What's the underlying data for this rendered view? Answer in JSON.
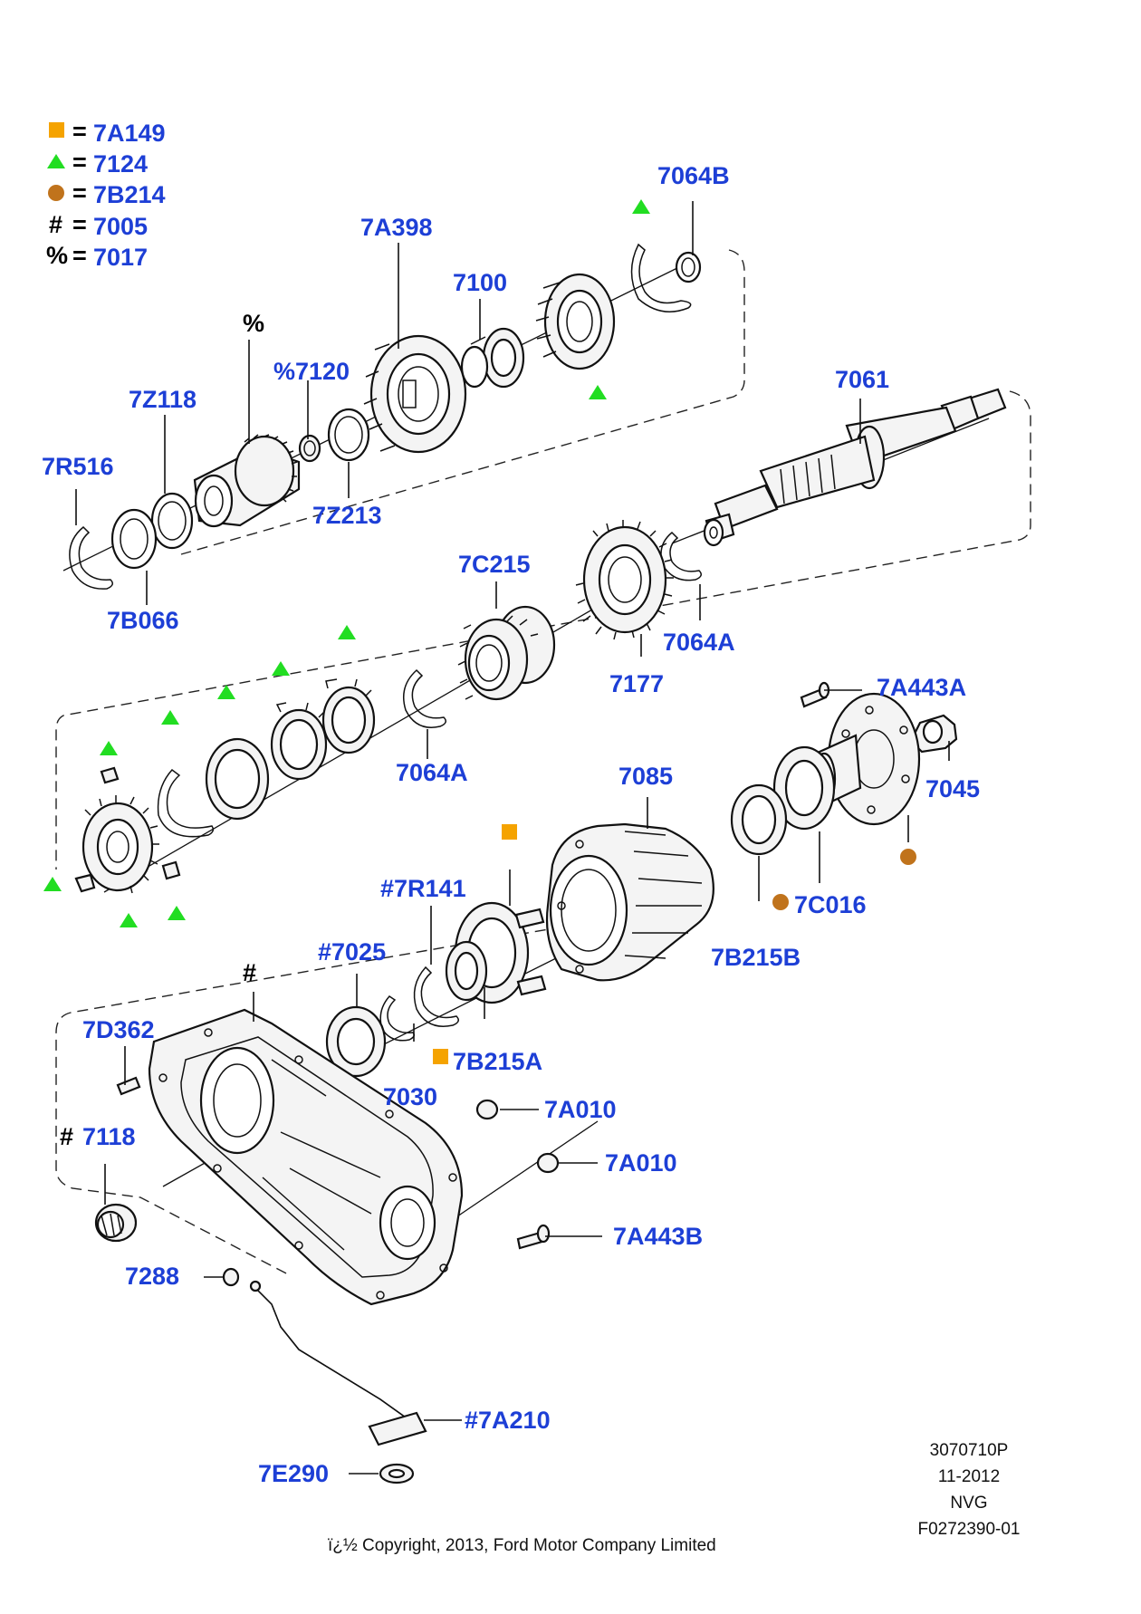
{
  "colors": {
    "label": "#1d3fd6",
    "square": "#f5a300",
    "triangle": "#22dd22",
    "circle": "#c0731c"
  },
  "legend": [
    {
      "icon": "square-icon",
      "symbol": "",
      "eq": "=",
      "code": "7A149"
    },
    {
      "icon": "triangle-icon",
      "symbol": "",
      "eq": "=",
      "code": "7124"
    },
    {
      "icon": "circle-icon",
      "symbol": "",
      "eq": "=",
      "code": "7B214"
    },
    {
      "icon": "hash-symbol",
      "symbol": "#",
      "eq": "=",
      "code": "7005"
    },
    {
      "icon": "percent-symbol",
      "symbol": "%",
      "eq": "=",
      "code": "7017"
    }
  ],
  "symbols": {
    "hash": "#",
    "percent": "%"
  },
  "parts": {
    "p7064B": "7064B",
    "p7A398": "7A398",
    "p7100": "7100",
    "p7120": "%7120",
    "p7Z118": "7Z118",
    "p7Z213": "7Z213",
    "p7R516": "7R516",
    "p7B066": "7B066",
    "p7061": "7061",
    "p7C215": "7C215",
    "p7064A_top": "7064A",
    "p7177": "7177",
    "p7064A_mid": "7064A",
    "p7A443A": "7A443A",
    "p7045": "7045",
    "p7085": "7085",
    "p7C016": "7C016",
    "p7B215B": "7B215B",
    "p7R141": "#7R141",
    "p7025": "#7025",
    "p7D362": "7D362",
    "p7B215A": "7B215A",
    "p7030": "7030",
    "p7A010_a": "7A010",
    "p7A010_b": "7A010",
    "p7118": "7118",
    "p7118_mark": "#",
    "p7A443B": "7A443B",
    "p7288": "7288",
    "p7A210": "#7A210",
    "p7E290": "7E290"
  },
  "footer": {
    "line1": "3070710P",
    "line2": "11-2012",
    "line3": "NVG",
    "line4": "F0272390-01",
    "copyright": "ï¿½ Copyright, 2013, Ford Motor Company Limited"
  }
}
